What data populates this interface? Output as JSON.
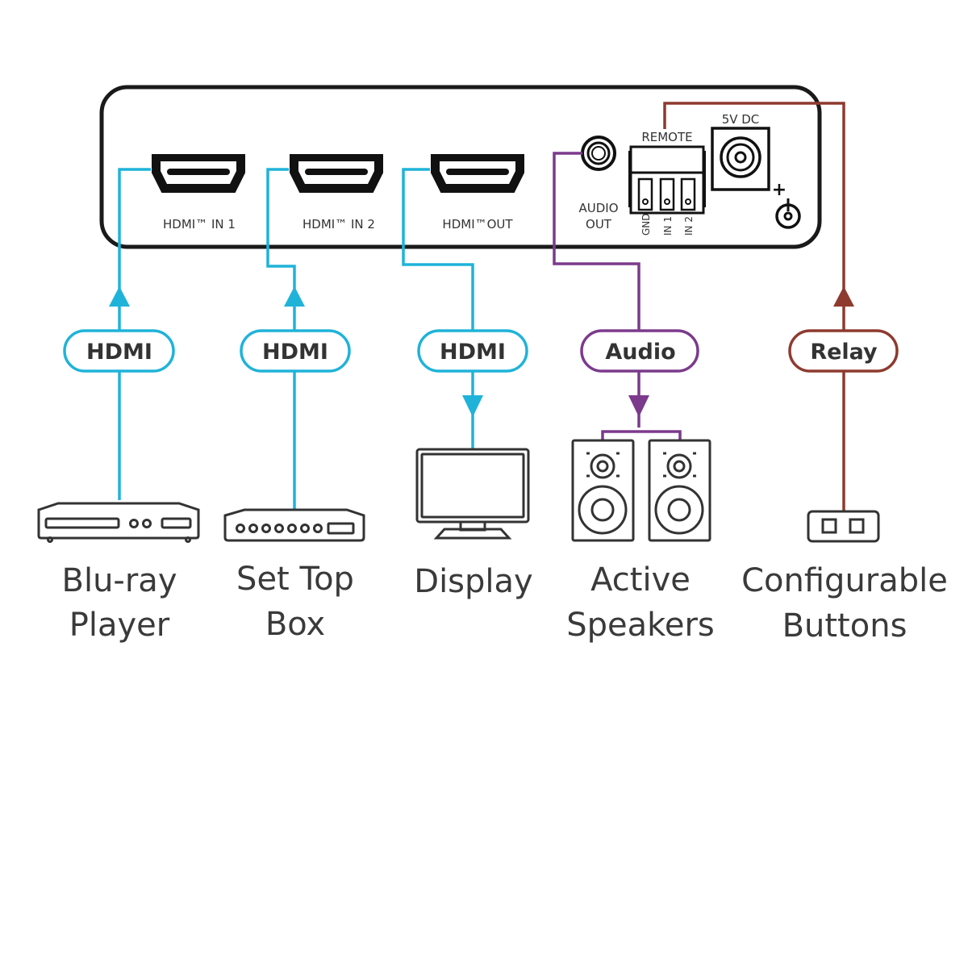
{
  "device": {
    "ports": {
      "hdmi_in_1": "HDMI™ IN 1",
      "hdmi_in_2": "HDMI™ IN 2",
      "hdmi_out": "HDMI™OUT",
      "audio_out_line1": "AUDIO",
      "audio_out_line2": "OUT",
      "remote": "REMOTE",
      "remote_pins": [
        "GND",
        "IN 1",
        "IN 2"
      ],
      "power": "5V DC",
      "polarity": "+"
    }
  },
  "connections": [
    {
      "label": "HDMI",
      "type": "hdmi",
      "direction": "up",
      "device": {
        "line1": "Blu-ray",
        "line2": "Player",
        "icon": "blu-ray-player-icon"
      }
    },
    {
      "label": "HDMI",
      "type": "hdmi",
      "direction": "up",
      "device": {
        "line1": "Set Top",
        "line2": "Box",
        "icon": "set-top-box-icon"
      }
    },
    {
      "label": "HDMI",
      "type": "hdmi",
      "direction": "down",
      "device": {
        "line1": "Display",
        "line2": "",
        "icon": "display-icon"
      }
    },
    {
      "label": "Audio",
      "type": "audio",
      "direction": "down",
      "device": {
        "line1": "Active",
        "line2": "Speakers",
        "icon": "speakers-icon"
      }
    },
    {
      "label": "Relay",
      "type": "relay",
      "direction": "up",
      "device": {
        "line1": "Configurable",
        "line2": "Buttons",
        "icon": "buttons-icon"
      }
    }
  ],
  "colors": {
    "hdmi": "#1fb3d9",
    "audio": "#7b3a8c",
    "relay": "#8e3a2f",
    "outline": "#1a1a1a",
    "text": "#333333"
  }
}
